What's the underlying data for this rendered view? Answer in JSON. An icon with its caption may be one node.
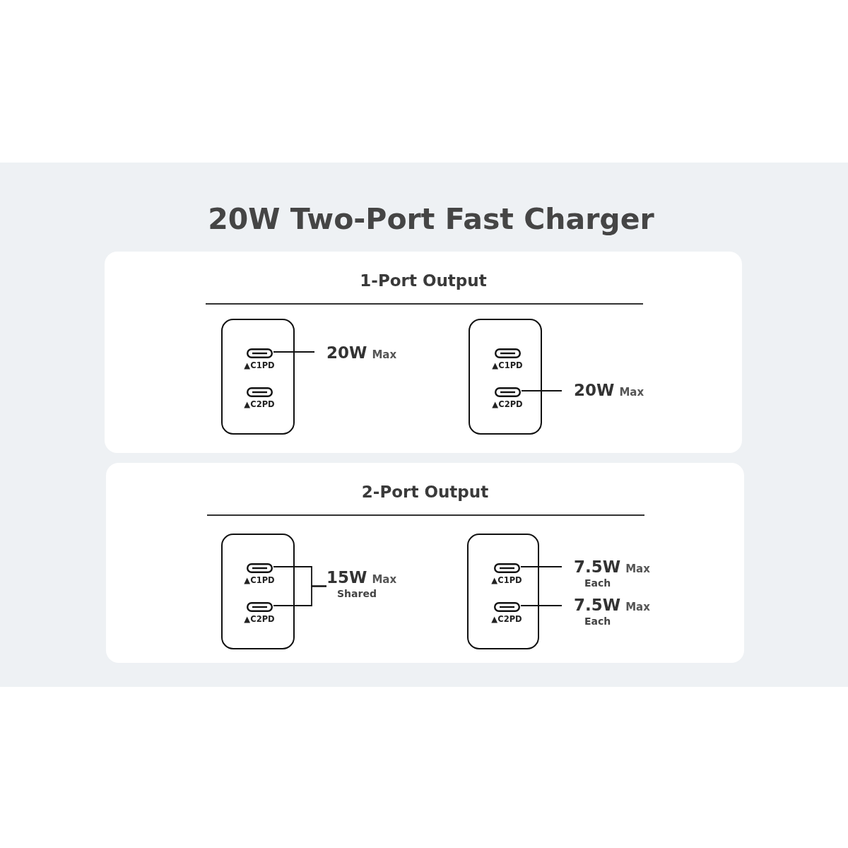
{
  "diagram": {
    "title": "20W Two-Port Fast Charger",
    "nodes": [
      {
        "text": [
          "1-Port Output"
        ]
      },
      {
        "text": [],
        "shape": "box",
        "in": 0
      },
      {
        "text": [
          "▲C1PD"
        ],
        "in": 1
      },
      {
        "text": [
          "▲C2PD"
        ],
        "in": 1
      },
      {
        "text": [
          "20W",
          "Max"
        ],
        "in": 0
      },
      {
        "text": [],
        "shape": "box",
        "in": 0
      },
      {
        "text": [
          "▲C1PD"
        ],
        "in": 5
      },
      {
        "text": [
          "▲C2PD"
        ],
        "in": 5
      },
      {
        "text": [
          "20W",
          "Max"
        ],
        "in": 0
      },
      {
        "text": [
          "2-Port Output"
        ]
      },
      {
        "text": [],
        "shape": "box",
        "in": 9
      },
      {
        "text": [
          "▲C1PD"
        ],
        "in": 10
      },
      {
        "text": [
          "▲C2PD"
        ],
        "in": 10
      },
      {
        "text": [
          "15W",
          "Max",
          "Shared"
        ],
        "in": 9
      },
      {
        "text": [],
        "shape": "box",
        "in": 9
      },
      {
        "text": [
          "▲C1PD"
        ],
        "in": 14
      },
      {
        "text": [
          "▲C2PD"
        ],
        "in": 14
      },
      {
        "text": [
          "7.5W",
          "Max",
          "Each"
        ],
        "in": 9
      },
      {
        "text": [
          "7.5W",
          "Max",
          "Each"
        ],
        "in": 9
      }
    ],
    "edges": [
      {
        "from": 4,
        "to": 2,
        "arrow": "none"
      },
      {
        "from": 8,
        "to": 7,
        "arrow": "none"
      },
      {
        "from": 13,
        "to": 11,
        "arrow": "none"
      },
      {
        "from": 13,
        "to": 12,
        "arrow": "none"
      },
      {
        "from": 17,
        "to": 15,
        "arrow": "none"
      },
      {
        "from": 18,
        "to": 16,
        "arrow": "none"
      }
    ]
  }
}
